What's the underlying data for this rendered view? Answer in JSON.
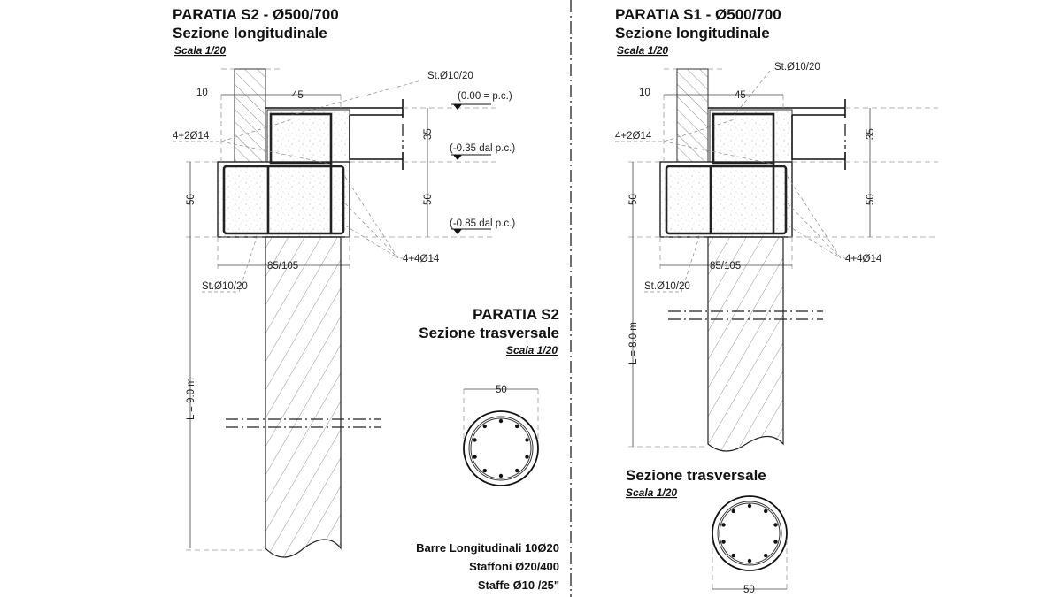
{
  "left": {
    "title": "PARATIA S2 - Ø500/700",
    "subtitle": "Sezione longitudinale",
    "scale": "Scala 1/20",
    "dim_10": "10",
    "dim_45": "45",
    "stirrup_top": "St.Ø10/20",
    "rebar_top": "4+2Ø14",
    "dim_35": "35",
    "dim_50_left": "50",
    "dim_50_right": "50",
    "level_0": "(0.00 = p.c.)",
    "level_035": "(-0.35 dal p.c.)",
    "level_085": "(-0.85 dal p.c.)",
    "rebar_cap": "4+4Ø14",
    "dim_cap": "85/105",
    "stirrup_bottom": "St.Ø10/20",
    "length": "L = 9.0 m"
  },
  "left_section": {
    "title": "PARATIA S2",
    "subtitle": "Sezione trasversale",
    "scale": "Scala 1/20",
    "diameter": "50",
    "notes": [
      "Barre Longitudinali 10Ø20",
      "Staffoni Ø20/400",
      "Staffe Ø10 /25\""
    ]
  },
  "right": {
    "title": "PARATIA S1 - Ø500/700",
    "subtitle": "Sezione longitudinale",
    "scale": "Scala 1/20",
    "dim_10": "10",
    "dim_45": "45",
    "stirrup_top": "St.Ø10/20",
    "rebar_top": "4+2Ø14",
    "dim_35": "35",
    "dim_50_left": "50",
    "dim_50_right": "50",
    "rebar_cap": "4+4Ø14",
    "dim_cap": "85/105",
    "stirrup_bottom": "St.Ø10/20",
    "length": "L = 8.0 m"
  },
  "right_section": {
    "subtitle": "Sezione trasversale",
    "scale": "Scala 1/20",
    "diameter": "50"
  }
}
